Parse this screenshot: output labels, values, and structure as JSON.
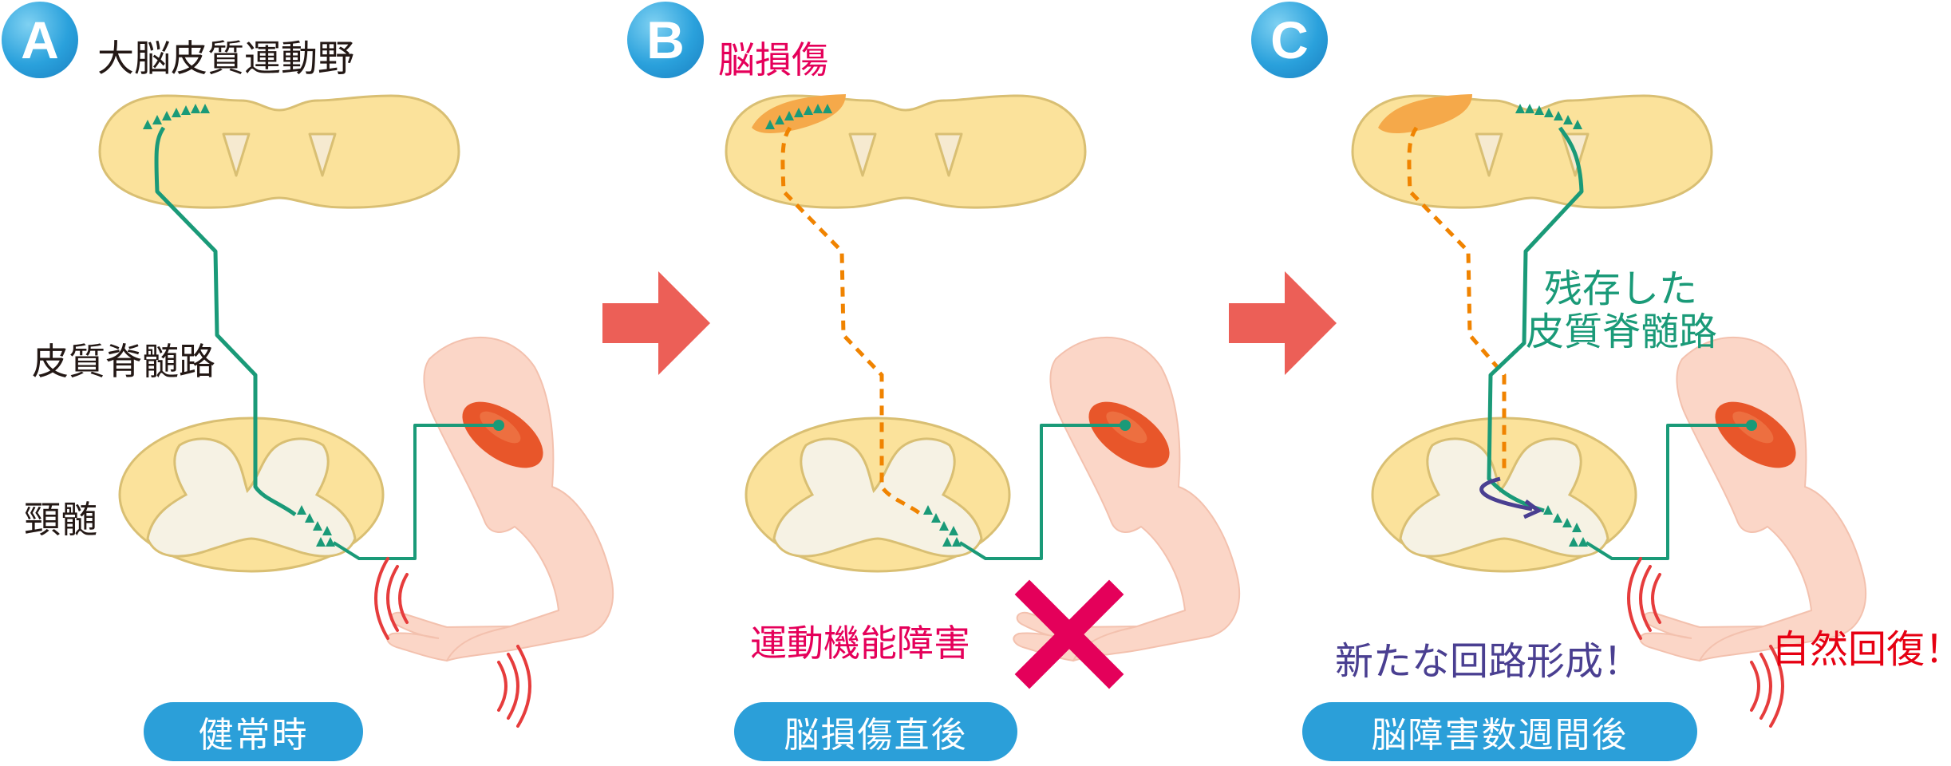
{
  "panels": [
    {
      "letter": "A",
      "caption": "健常時"
    },
    {
      "letter": "B",
      "caption": "脳損傷直後"
    },
    {
      "letter": "C",
      "caption": "脳障害数週間後"
    }
  ],
  "labels": {
    "motor_cortex": "大脳皮質運動野",
    "corticospinal_tract": "皮質脊髄路",
    "cervical_cord": "頸髄",
    "brain_injury": "脳損傷",
    "motor_dysfunction": "運動機能障害",
    "remaining_tract_line1": "残存した",
    "remaining_tract_line2": "皮質脊髄路",
    "new_circuit": "新たな回路形成！",
    "natural_recovery": "自然回復！"
  },
  "colors": {
    "tissue": "#fbe29b",
    "tissue_outline": "#d9bf73",
    "gray_matter": "#f6f2e4",
    "tract": "#1a9a78",
    "damaged_tract": "#f08300",
    "lesion": "#f5a94a",
    "muscle": "#e8562a",
    "new_circuit": "#4a3f91",
    "arrow": "#ec5f57",
    "cross": "#e4005a",
    "badge": "#2aa1dc"
  }
}
